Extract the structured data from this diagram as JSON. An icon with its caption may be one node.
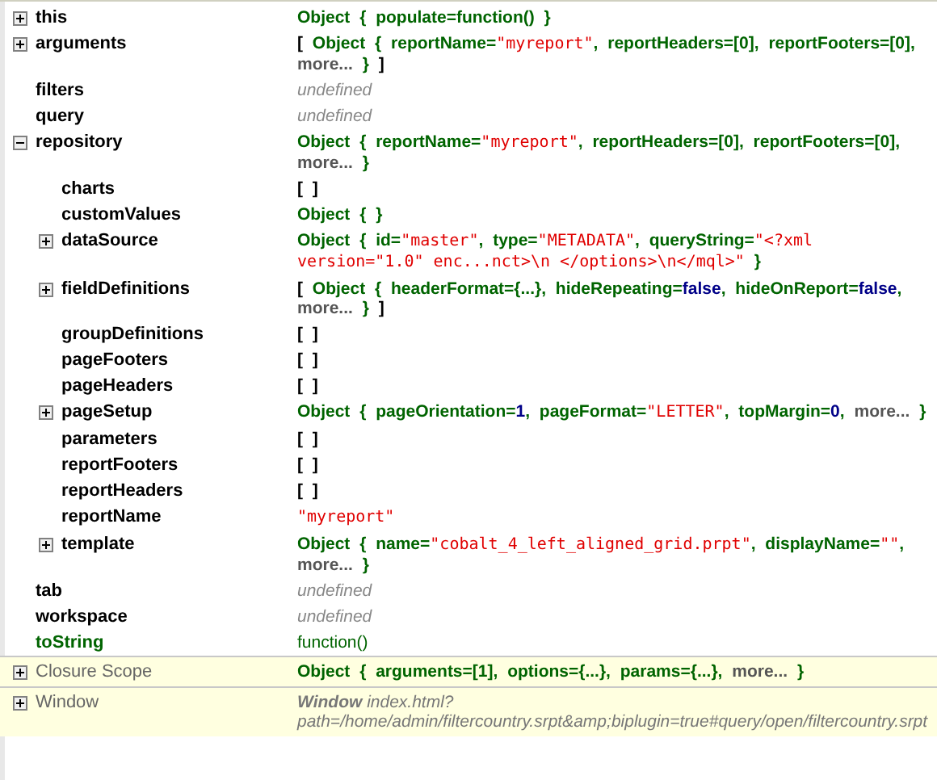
{
  "diagram": {
    "labels": [
      "this",
      "Object { populate=function() }",
      "arguments",
      "[ Object { reportName=\"myreport\", reportHeaders=[0], reportFooters=[0], more... } ]",
      "filters",
      "undefined",
      "query",
      "undefined",
      "repository",
      "Object { reportName=\"myreport\", reportHeaders=[0], reportFooters=[0], more... }",
      "charts",
      "[ ]",
      "customValues",
      "Object { }",
      "dataSource",
      "Object { id=\"master\", type=\"METADATA\", queryString=\"<?xml version=\"1.0\" enc...nct>\\n </options>\\n</mql>\" }",
      "fieldDefinitions",
      "[ Object { headerFormat={...}, hideRepeating=false, hideOnReport=false, more... } ]",
      "groupDefinitions",
      "[ ]",
      "pageFooters",
      "[ ]",
      "pageHeaders",
      "[ ]",
      "pageSetup",
      "Object { pageOrientation=1, pageFormat=\"LETTER\", topMargin=0, more... }",
      "parameters",
      "[ ]",
      "reportFooters",
      "[ ]",
      "reportHeaders",
      "[ ]",
      "reportName",
      "\"myreport\"",
      "template",
      "Object { name=\"cobalt_4_left_aligned_grid.prpt\", displayName=\"\", more... }",
      "tab",
      "undefined",
      "workspace",
      "undefined",
      "toString",
      "function()",
      "Closure Scope",
      "Object { arguments=[1], options={...}, params={...}, more... }",
      "Window",
      "**Window** *index.html?path=/home/admin/filtercountry.srpt&amp;biplugin=true#query/open/filtercountry.srpt*"
    ]
  }
}
